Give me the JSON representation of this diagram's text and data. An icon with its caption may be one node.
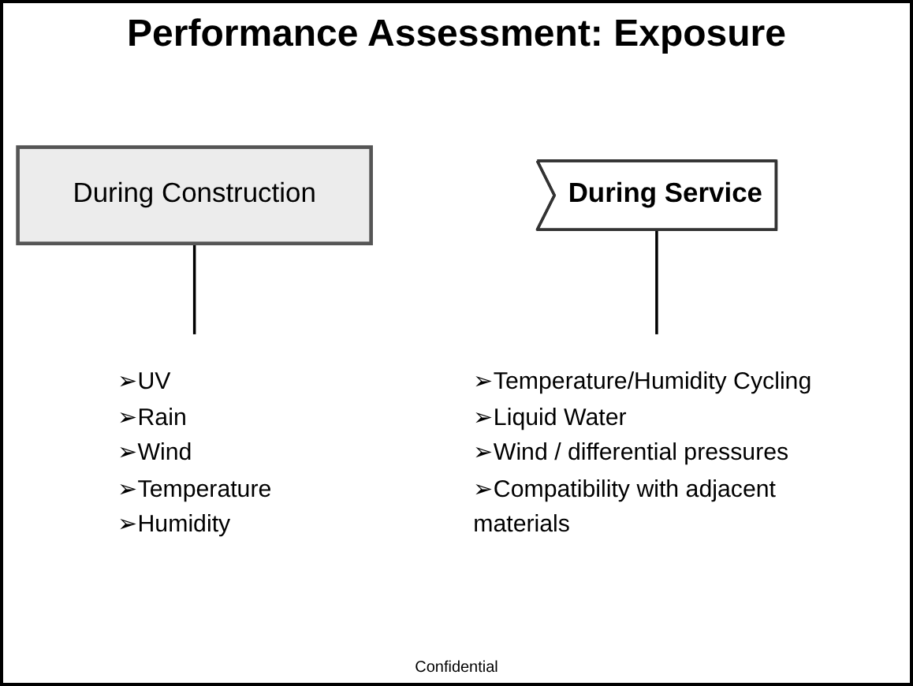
{
  "diagram": {
    "title": "Performance Assessment: Exposure",
    "nodes": [
      {
        "text": [
          "During Construction"
        ]
      },
      {
        "text": [
          "During Service"
        ]
      },
      {
        "text": [
          "➢UV",
          "➢Rain",
          "➢Wind",
          "➢Temperature",
          "➢Humidity"
        ]
      },
      {
        "text": [
          "➢Temperature/Humidity Cycling",
          "➢Liquid Water",
          "➢Wind / differential pressures",
          "➢Compatibility with adjacent materials"
        ]
      }
    ],
    "edges": [
      {
        "from": 0,
        "to": 2,
        "arrow": "none"
      },
      {
        "from": 1,
        "to": 3,
        "arrow": "none"
      }
    ],
    "labels": [
      "Confidential"
    ]
  }
}
